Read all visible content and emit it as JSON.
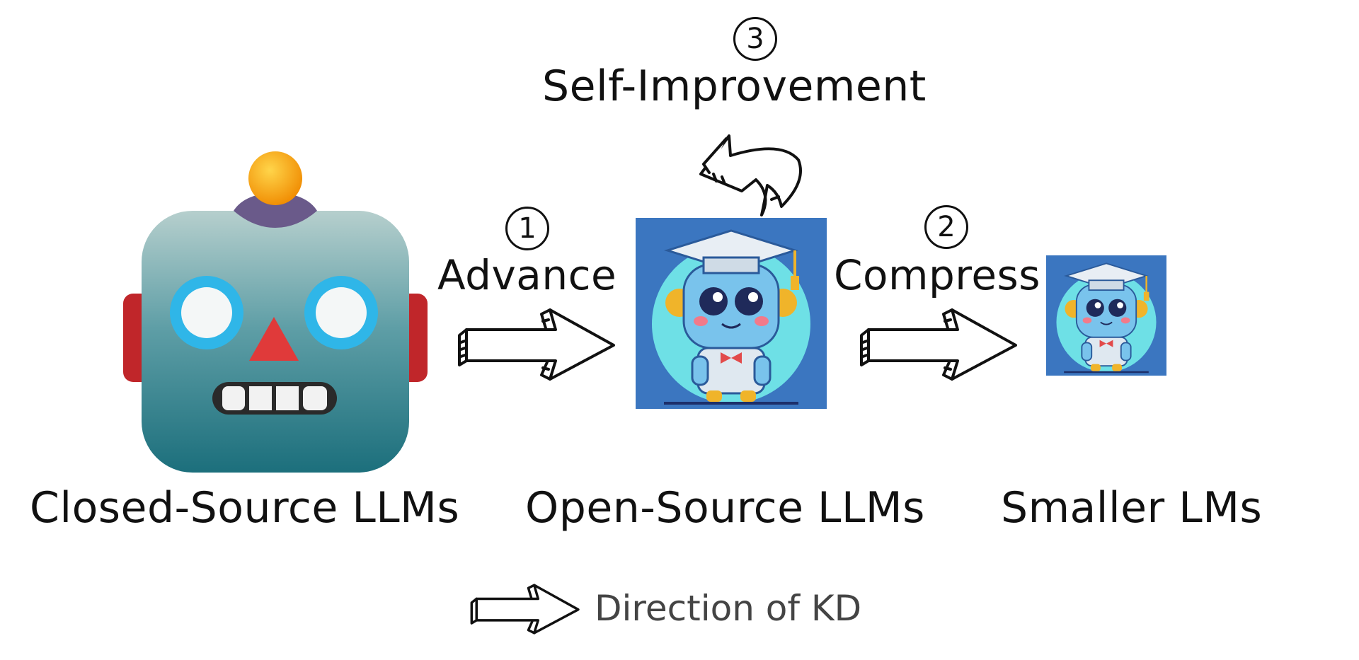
{
  "nodes": {
    "closed": {
      "label": "Closed-Source LLMs"
    },
    "open": {
      "label": "Open-Source LLMs"
    },
    "smaller": {
      "label": "Smaller LMs"
    }
  },
  "steps": {
    "advance": {
      "number": "1",
      "label": "Advance"
    },
    "compress": {
      "number": "2",
      "label": "Compress"
    },
    "self": {
      "number": "3",
      "label": "Self-Improvement"
    }
  },
  "legend": {
    "text": "Direction of KD"
  },
  "colors": {
    "robot_face_top": "#a8c8c8",
    "robot_face_bottom": "#1f7a86",
    "robot_eye_ring": "#2fb6e8",
    "robot_nose": "#e03a3a",
    "robot_ear": "#c0262a",
    "robot_antenna": "#f5a000",
    "robot_cap": "#6a5a8a",
    "mascot_bg": "#3b76c0"
  }
}
